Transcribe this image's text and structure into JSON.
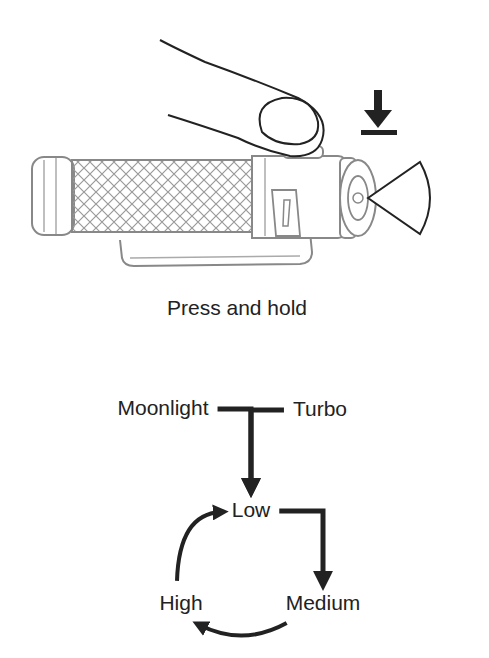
{
  "diagram": {
    "nodes": [
      {
        "text": [
          "Moonlight"
        ]
      },
      {
        "text": [
          "Turbo"
        ]
      },
      {
        "text": [
          "Low"
        ]
      },
      {
        "text": [
          "Medium"
        ]
      },
      {
        "text": [
          "High"
        ]
      }
    ],
    "edges": [
      {
        "from": 0,
        "to": 2,
        "arrow": "to"
      },
      {
        "from": 1,
        "to": 2,
        "arrow": "to"
      },
      {
        "from": 2,
        "to": 3,
        "arrow": "to"
      },
      {
        "from": 3,
        "to": 4,
        "arrow": "to"
      },
      {
        "from": 4,
        "to": 2,
        "arrow": "to"
      }
    ],
    "labels": [
      "Press and hold"
    ]
  }
}
